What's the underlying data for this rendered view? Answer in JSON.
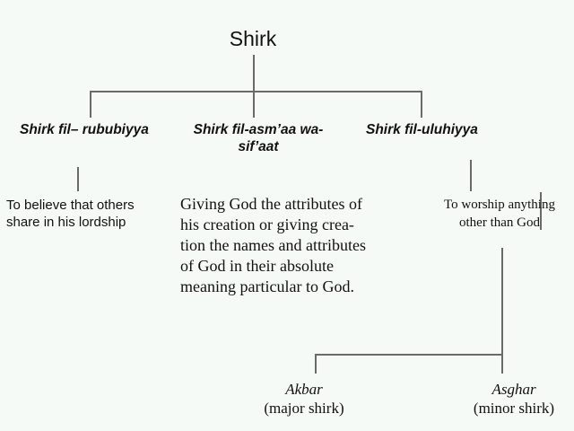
{
  "root": {
    "label": "Shirk"
  },
  "categories": [
    {
      "title": "Shirk fil– rububiyya",
      "description": [
        "To believe that others",
        "share in his lordship"
      ]
    },
    {
      "title_lines": [
        "Shirk fil-asm’aa wa-",
        "sif’aat"
      ],
      "description": [
        "Giving God the attributes of",
        "his creation or giving crea-",
        "tion the names and attributes",
        "of God in their absolute",
        "meaning particular to God."
      ]
    },
    {
      "title": "Shirk fil-uluhiyya",
      "description": [
        "To worship anything",
        "other than God"
      ],
      "children": [
        {
          "name": "Akbar",
          "gloss": "(major shirk)"
        },
        {
          "name": "Asghar",
          "gloss": "(minor shirk)"
        }
      ]
    }
  ],
  "colors": {
    "background": "#f6faf6",
    "line": "#6a6a6a",
    "text": "#111111"
  }
}
